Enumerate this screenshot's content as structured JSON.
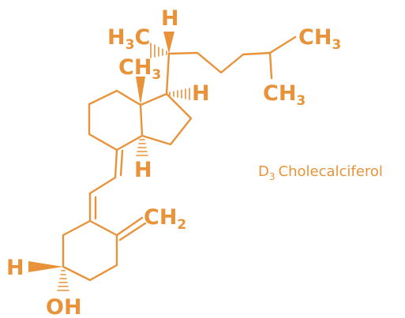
{
  "molecule": {
    "caption": {
      "prefix": "D",
      "sub": "3",
      "name": "Cholecalciferol"
    },
    "labels": {
      "h3c": {
        "main": "H",
        "sub": "3",
        "tail": "C"
      },
      "h_top": "H",
      "ch3_right": {
        "main": "CH",
        "sub": "3"
      },
      "ch3_right_lower": {
        "main": "CH",
        "sub": "3"
      },
      "ch3_angular": {
        "main": "CH",
        "sub": "3"
      },
      "h_c17": "H",
      "h_c14": "H",
      "ch2": {
        "main": "CH",
        "sub": "2"
      },
      "h_c3": "H",
      "oh": "OH"
    },
    "color": "#e8933a"
  }
}
